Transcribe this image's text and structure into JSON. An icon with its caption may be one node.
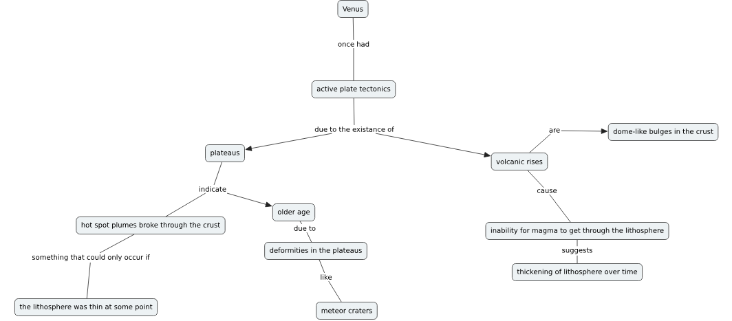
{
  "diagram": {
    "nodes": [
      {
        "text": [
          "Venus"
        ]
      },
      {
        "text": [
          "once had"
        ]
      },
      {
        "text": [
          "active plate tectonics"
        ]
      },
      {
        "text": [
          "due to the existance of"
        ]
      },
      {
        "text": [
          "are"
        ]
      },
      {
        "text": [
          "dome-like bulges in the crust"
        ]
      },
      {
        "text": [
          "plateaus"
        ]
      },
      {
        "text": [
          "volcanic rises"
        ]
      },
      {
        "text": [
          "indicate"
        ]
      },
      {
        "text": [
          "cause"
        ]
      },
      {
        "text": [
          "older age"
        ]
      },
      {
        "text": [
          "hot spot plumes broke through the crust"
        ]
      },
      {
        "text": [
          "due to"
        ]
      },
      {
        "text": [
          "inability for magma to get through the lithosphere"
        ]
      },
      {
        "text": [
          "deformities in the plateaus"
        ]
      },
      {
        "text": [
          "suggests"
        ]
      },
      {
        "text": [
          "something that could only occur if"
        ]
      },
      {
        "text": [
          "thickening of lithosphere over time"
        ]
      },
      {
        "text": [
          "like"
        ]
      },
      {
        "text": [
          "the lithosphere was thin at some point"
        ]
      },
      {
        "text": [
          "meteor craters"
        ]
      }
    ],
    "edges": [
      {
        "from": 0,
        "to": 1,
        "arrow": "none"
      },
      {
        "from": 1,
        "to": 2,
        "arrow": "none"
      },
      {
        "from": 2,
        "to": 3,
        "arrow": "none"
      },
      {
        "from": 3,
        "to": 6,
        "arrow": "to"
      },
      {
        "from": 3,
        "to": 7,
        "arrow": "to"
      },
      {
        "from": 7,
        "to": 4,
        "arrow": "none"
      },
      {
        "from": 4,
        "to": 5,
        "arrow": "to"
      },
      {
        "from": 6,
        "to": 8,
        "arrow": "none"
      },
      {
        "from": 8,
        "to": 11,
        "arrow": "none"
      },
      {
        "from": 8,
        "to": 10,
        "arrow": "to"
      },
      {
        "from": 10,
        "to": 12,
        "arrow": "none"
      },
      {
        "from": 12,
        "to": 14,
        "arrow": "none"
      },
      {
        "from": 14,
        "to": 18,
        "arrow": "none"
      },
      {
        "from": 18,
        "to": 20,
        "arrow": "none"
      },
      {
        "from": 11,
        "to": 16,
        "arrow": "none"
      },
      {
        "from": 16,
        "to": 19,
        "arrow": "none"
      },
      {
        "from": 7,
        "to": 9,
        "arrow": "none"
      },
      {
        "from": 9,
        "to": 13,
        "arrow": "none"
      },
      {
        "from": 13,
        "to": 15,
        "arrow": "none"
      },
      {
        "from": 15,
        "to": 17,
        "arrow": "none"
      }
    ]
  }
}
